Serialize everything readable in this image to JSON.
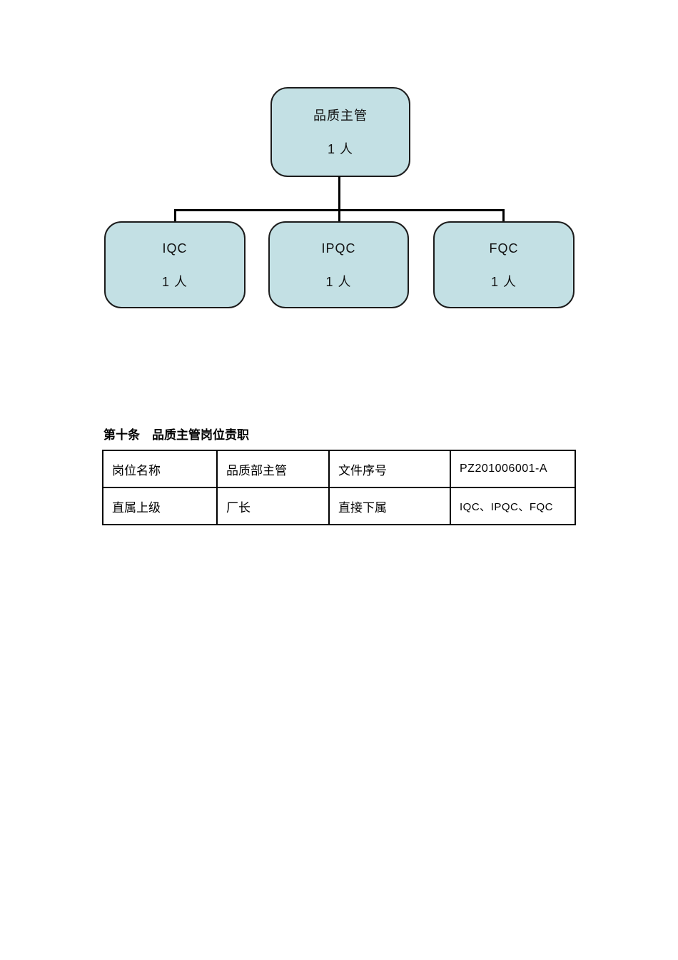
{
  "document": {
    "background_color": "#ffffff",
    "text_color": "#111111"
  },
  "org_chart": {
    "box_fill_color": "#c3e0e4",
    "box_border_color": "#1c1c1c",
    "connector_color": "#000000",
    "root": {
      "title": "品质主管",
      "headcount": "1 人"
    },
    "children": [
      {
        "title": "IQC",
        "headcount": "1 人"
      },
      {
        "title": "IPQC",
        "headcount": "1 人"
      },
      {
        "title": "FQC",
        "headcount": "1 人"
      }
    ]
  },
  "section_heading": "第十条　品质主管岗位责职",
  "info_table": {
    "rows": [
      [
        "岗位名称",
        "品质部主管",
        "文件序号",
        "PZ201006001-A"
      ],
      [
        "直属上级",
        "厂长",
        "直接下属",
        "IQC、IPQC、FQC"
      ]
    ]
  }
}
